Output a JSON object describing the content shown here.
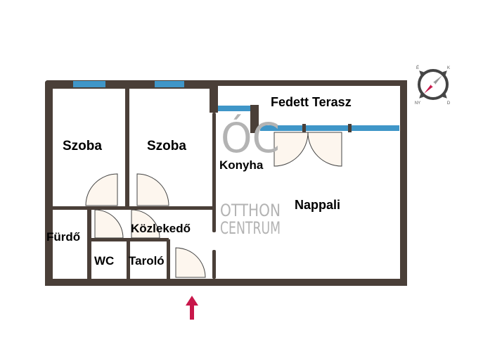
{
  "plan": {
    "rooms": [
      {
        "id": "szoba-1",
        "label": "Szoba"
      },
      {
        "id": "szoba-2",
        "label": "Szoba"
      },
      {
        "id": "konyha",
        "label": "Konyha"
      },
      {
        "id": "fedett-terasz",
        "label": "Fedett Terasz"
      },
      {
        "id": "nappali",
        "label": "Nappali"
      },
      {
        "id": "furdo",
        "label": "Fürdő"
      },
      {
        "id": "kozlekedo",
        "label": "Közlekedő"
      },
      {
        "id": "wc",
        "label": "WC"
      },
      {
        "id": "tarolo",
        "label": "Taroló"
      }
    ],
    "watermark": {
      "logo": "ÓC",
      "line1": "OTTHON",
      "line2": "CENTRUM"
    },
    "compass": {
      "letters": [
        "É",
        "K",
        "D",
        "NY"
      ]
    }
  },
  "colors": {
    "wall": "#4a3f38",
    "window": "#3f96c8",
    "door": "#fdf6ee",
    "arrow": "#c8174a"
  }
}
